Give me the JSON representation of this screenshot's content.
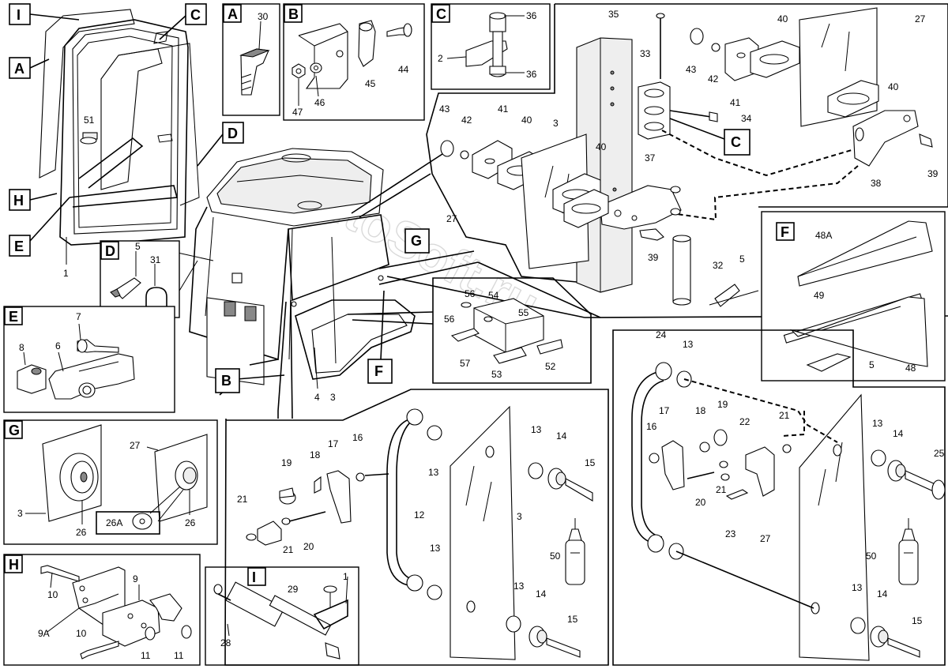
{
  "watermark": "AutoSoft.ru",
  "panels": {
    "A": "A",
    "B": "B",
    "C": "C",
    "D": "D",
    "E": "E",
    "F": "F",
    "G": "G",
    "H": "H",
    "I": "I"
  },
  "callouts": {
    "I": "I",
    "C": "C",
    "A": "A",
    "D": "D",
    "H": "H",
    "E": "E",
    "G": "G",
    "B": "B",
    "F": "F",
    "C2": "C"
  },
  "parts": [
    {
      "id": "1",
      "label": "1"
    },
    {
      "id": "51",
      "label": "51"
    },
    {
      "id": "30",
      "label": "30"
    },
    {
      "id": "44",
      "label": "44"
    },
    {
      "id": "45",
      "label": "45"
    },
    {
      "id": "46",
      "label": "46"
    },
    {
      "id": "47",
      "label": "47"
    },
    {
      "id": "36a",
      "label": "36"
    },
    {
      "id": "36b",
      "label": "36"
    },
    {
      "id": "2",
      "label": "2"
    },
    {
      "id": "35",
      "label": "35"
    },
    {
      "id": "33",
      "label": "33"
    },
    {
      "id": "43a",
      "label": "43"
    },
    {
      "id": "42a",
      "label": "42"
    },
    {
      "id": "41a",
      "label": "41"
    },
    {
      "id": "40a",
      "label": "40"
    },
    {
      "id": "40b",
      "label": "40"
    },
    {
      "id": "27a",
      "label": "27"
    },
    {
      "id": "34",
      "label": "34"
    },
    {
      "id": "43b",
      "label": "43"
    },
    {
      "id": "42b",
      "label": "42"
    },
    {
      "id": "41b",
      "label": "41"
    },
    {
      "id": "40c",
      "label": "40"
    },
    {
      "id": "3a",
      "label": "3"
    },
    {
      "id": "40d",
      "label": "40"
    },
    {
      "id": "37",
      "label": "37"
    },
    {
      "id": "38",
      "label": "38"
    },
    {
      "id": "39a",
      "label": "39"
    },
    {
      "id": "39b",
      "label": "39"
    },
    {
      "id": "32",
      "label": "32"
    },
    {
      "id": "5a",
      "label": "5"
    },
    {
      "id": "27b",
      "label": "27"
    },
    {
      "id": "5b",
      "label": "5"
    },
    {
      "id": "31",
      "label": "31"
    },
    {
      "id": "7",
      "label": "7"
    },
    {
      "id": "8",
      "label": "8"
    },
    {
      "id": "6",
      "label": "6"
    },
    {
      "id": "56a",
      "label": "56"
    },
    {
      "id": "54",
      "label": "54"
    },
    {
      "id": "55",
      "label": "55"
    },
    {
      "id": "56b",
      "label": "56"
    },
    {
      "id": "57",
      "label": "57"
    },
    {
      "id": "53",
      "label": "53"
    },
    {
      "id": "52",
      "label": "52"
    },
    {
      "id": "4",
      "label": "4"
    },
    {
      "id": "3b",
      "label": "3"
    },
    {
      "id": "48A",
      "label": "48A"
    },
    {
      "id": "49",
      "label": "49"
    },
    {
      "id": "48",
      "label": "48"
    },
    {
      "id": "5c",
      "label": "5"
    },
    {
      "id": "27c",
      "label": "27"
    },
    {
      "id": "3c",
      "label": "3"
    },
    {
      "id": "26A",
      "label": "26A"
    },
    {
      "id": "26a",
      "label": "26"
    },
    {
      "id": "26b",
      "label": "26"
    },
    {
      "id": "19a",
      "label": "19"
    },
    {
      "id": "18a",
      "label": "18"
    },
    {
      "id": "17a",
      "label": "17"
    },
    {
      "id": "16a",
      "label": "16"
    },
    {
      "id": "21a",
      "label": "21"
    },
    {
      "id": "21b",
      "label": "21"
    },
    {
      "id": "20a",
      "label": "20"
    },
    {
      "id": "12",
      "label": "12"
    },
    {
      "id": "13a",
      "label": "13"
    },
    {
      "id": "13b",
      "label": "13"
    },
    {
      "id": "14a",
      "label": "14"
    },
    {
      "id": "15a",
      "label": "15"
    },
    {
      "id": "3d",
      "label": "3"
    },
    {
      "id": "50a",
      "label": "50"
    },
    {
      "id": "13c",
      "label": "13"
    },
    {
      "id": "13d",
      "label": "13"
    },
    {
      "id": "14b",
      "label": "14"
    },
    {
      "id": "15b",
      "label": "15"
    },
    {
      "id": "24",
      "label": "24"
    },
    {
      "id": "13e",
      "label": "13"
    },
    {
      "id": "16b",
      "label": "16"
    },
    {
      "id": "17b",
      "label": "17"
    },
    {
      "id": "18b",
      "label": "18"
    },
    {
      "id": "19b",
      "label": "19"
    },
    {
      "id": "22",
      "label": "22"
    },
    {
      "id": "21c",
      "label": "21"
    },
    {
      "id": "21d",
      "label": "21"
    },
    {
      "id": "20b",
      "label": "20"
    },
    {
      "id": "23",
      "label": "23"
    },
    {
      "id": "13f",
      "label": "13"
    },
    {
      "id": "14c",
      "label": "14"
    },
    {
      "id": "25",
      "label": "25"
    },
    {
      "id": "27d",
      "label": "27"
    },
    {
      "id": "50b",
      "label": "50"
    },
    {
      "id": "13g",
      "label": "13"
    },
    {
      "id": "14d",
      "label": "14"
    },
    {
      "id": "15c",
      "label": "15"
    },
    {
      "id": "10a",
      "label": "10"
    },
    {
      "id": "9",
      "label": "9"
    },
    {
      "id": "9A",
      "label": "9A"
    },
    {
      "id": "10b",
      "label": "10"
    },
    {
      "id": "11a",
      "label": "11"
    },
    {
      "id": "11b",
      "label": "11"
    },
    {
      "id": "29",
      "label": "29"
    },
    {
      "id": "1b",
      "label": "1"
    },
    {
      "id": "28",
      "label": "28"
    }
  ]
}
